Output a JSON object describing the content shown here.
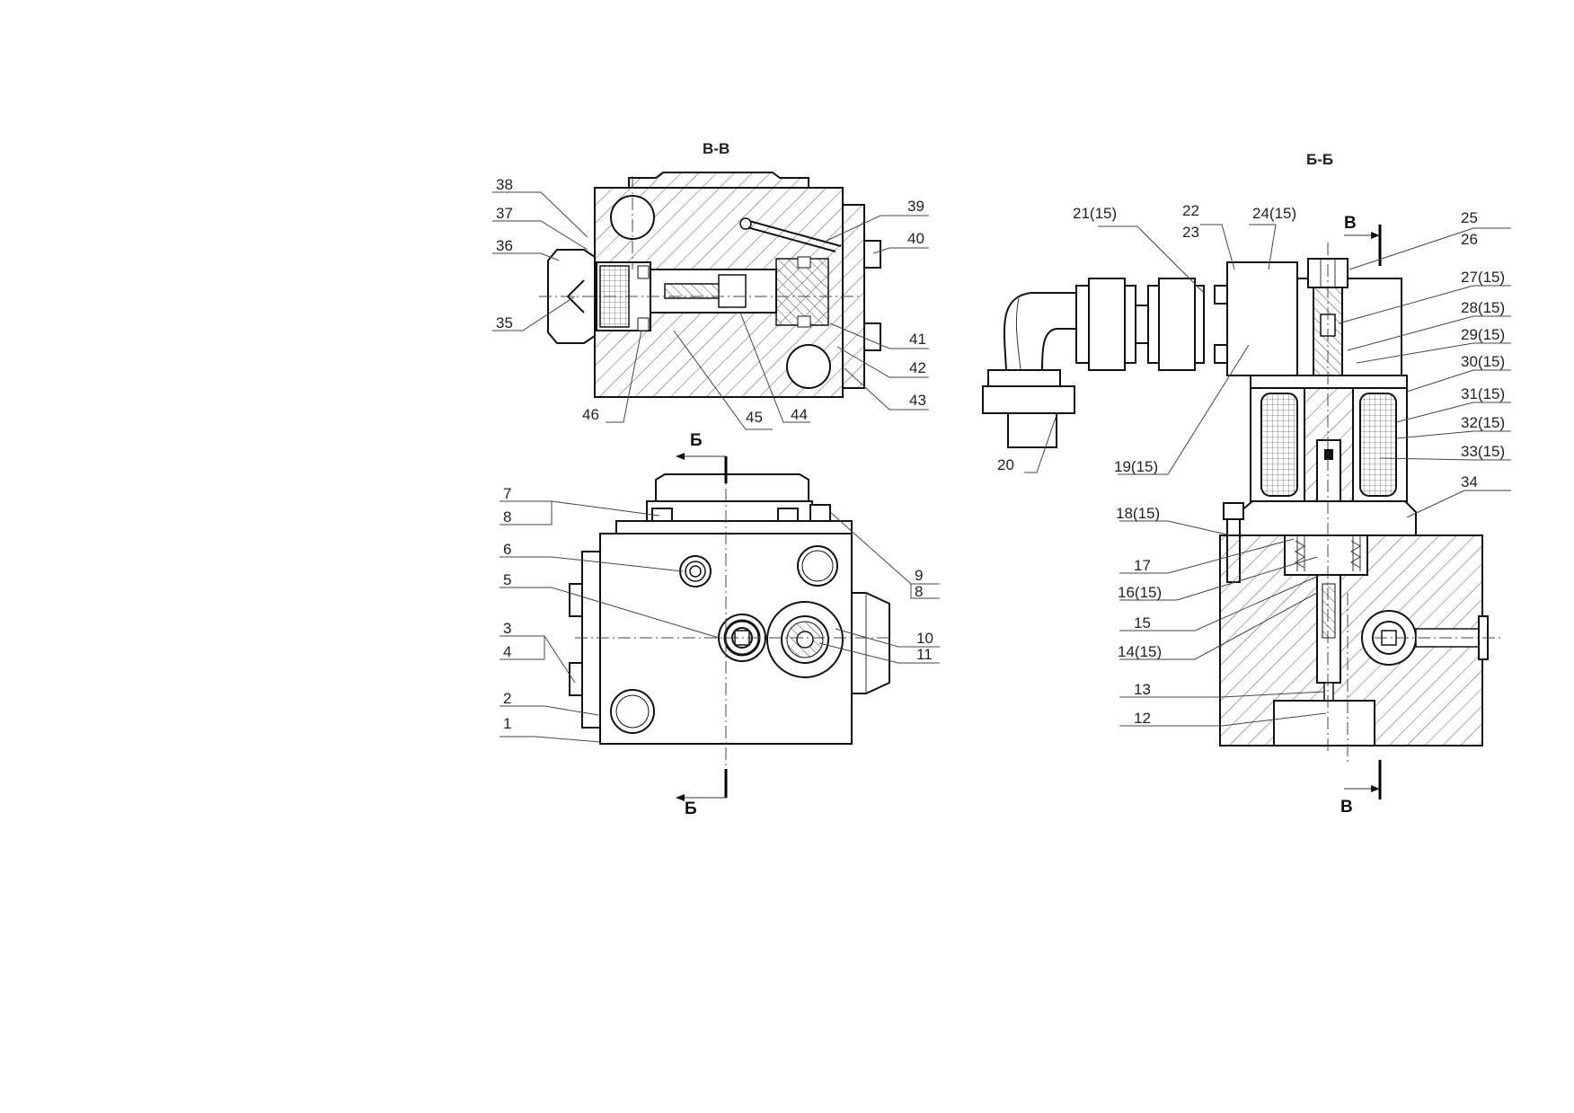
{
  "views": {
    "vv": {
      "title": "В-В"
    },
    "bb": {
      "title": "Б-Б"
    },
    "front": {}
  },
  "section_marks": {
    "b_top": "Б",
    "b_bottom": "Б",
    "v_top": "В",
    "v_bottom": "В"
  },
  "callouts": {
    "c1": "1",
    "c2": "2",
    "c3": "3",
    "c4": "4",
    "c5": "5",
    "c6": "6",
    "c7": "7",
    "c8a": "8",
    "c8b": "8",
    "c9": "9",
    "c10": "10",
    "c11": "11",
    "c12": "12",
    "c13": "13",
    "c14": "14(15)",
    "c15": "15",
    "c16": "16(15)",
    "c17": "17",
    "c18": "18(15)",
    "c19": "19(15)",
    "c20": "20",
    "c21": "21(15)",
    "c22": "22",
    "c23": "23",
    "c24": "24(15)",
    "c25": "25",
    "c26": "26",
    "c27": "27(15)",
    "c28": "28(15)",
    "c29": "29(15)",
    "c30": "30(15)",
    "c31": "31(15)",
    "c32": "32(15)",
    "c33": "33(15)",
    "c34": "34",
    "c35": "35",
    "c36": "36",
    "c37": "37",
    "c38": "38",
    "c39": "39",
    "c40": "40",
    "c41": "41",
    "c42": "42",
    "c43": "43",
    "c44": "44",
    "c45": "45",
    "c46": "46"
  }
}
